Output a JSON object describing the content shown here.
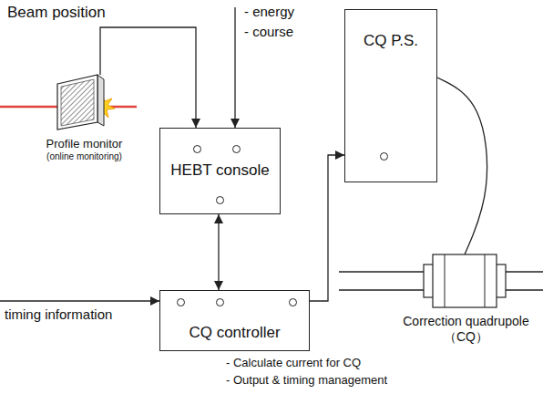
{
  "diagram": {
    "nodes": [
      {
        "text": [
          "CQ P.S."
        ]
      },
      {
        "text": [
          "Profile monitor",
          "(online monitoring)"
        ]
      },
      {
        "text": [
          "HEBT console"
        ]
      },
      {
        "text": [
          "CQ controller"
        ]
      },
      {
        "text": [
          "Correction quadrupole",
          "（CQ）"
        ]
      }
    ],
    "edges": [
      {
        "from": 1,
        "to": 2,
        "label": "Beam position",
        "arrow": "to"
      },
      {
        "from": 2,
        "to": 3,
        "arrow": "both"
      },
      {
        "from": 3,
        "to": 0,
        "arrow": "to"
      },
      {
        "from": 0,
        "to": 4,
        "arrow": "none"
      }
    ],
    "labels": [
      "- energy",
      "- course",
      "timing information",
      "- Calculate current for CQ",
      "- Output & timing management"
    ]
  }
}
